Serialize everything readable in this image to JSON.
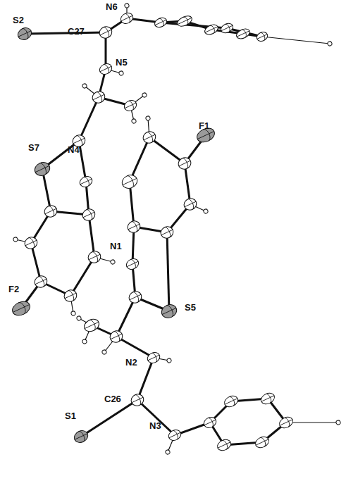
{
  "diagram": {
    "labels": [
      "S2",
      "N6",
      "C27",
      "N5",
      "S7",
      "N4",
      "F1",
      "N1",
      "F2",
      "S5",
      "N2",
      "C26",
      "S1",
      "N3"
    ]
  }
}
